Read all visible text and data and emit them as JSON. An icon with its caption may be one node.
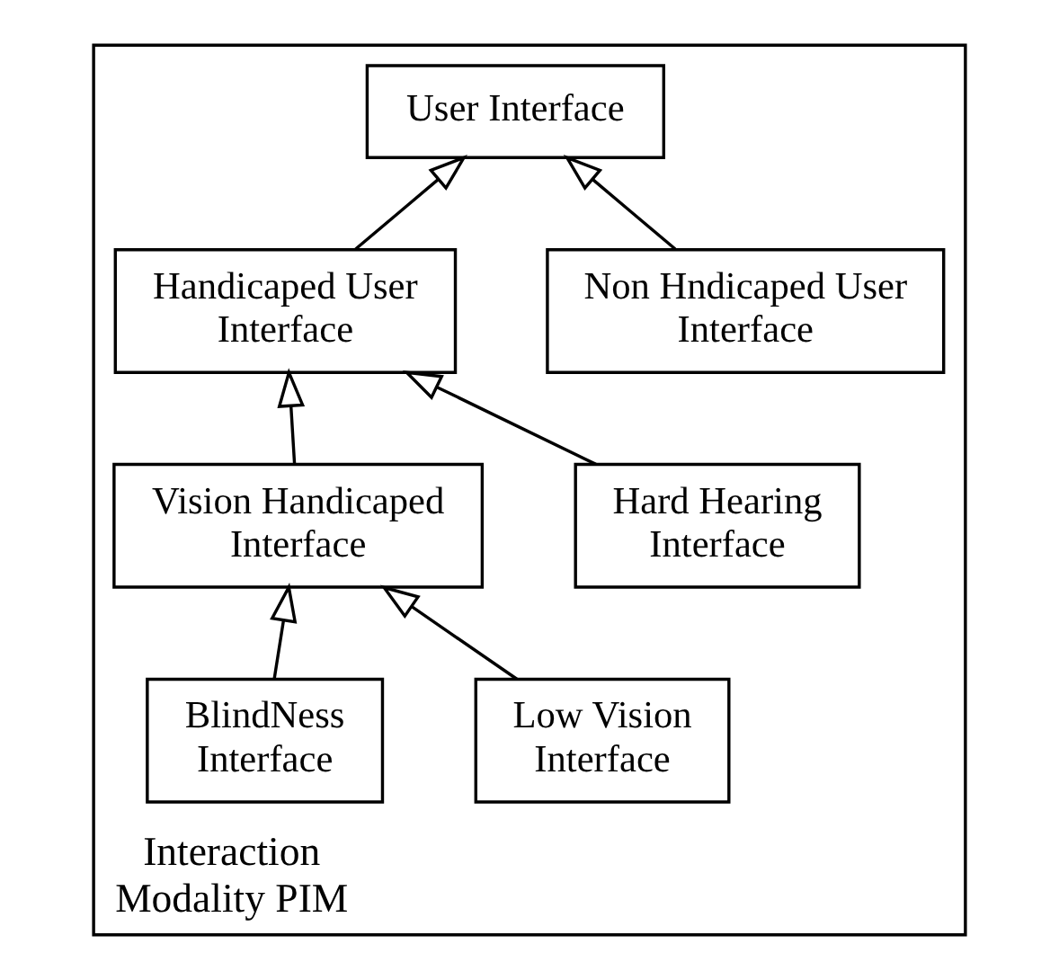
{
  "diagram": {
    "nodes": [
      {
        "text": [
          "Interaction Modality PIM"
        ]
      },
      {
        "text": [
          "User Interface"
        ],
        "in": 0
      },
      {
        "text": [
          "Non Hndicaped User Interface"
        ],
        "in": 0
      },
      {
        "text": [
          "Handicaped User Interface"
        ],
        "in": 0
      },
      {
        "text": [
          "Vision Handicaped Interface"
        ],
        "in": 0
      },
      {
        "text": [
          "Hard Hearing Interface"
        ],
        "in": 0
      },
      {
        "text": [
          "Low Vision Interface"
        ],
        "in": 0
      },
      {
        "text": [
          "BlindNess Interface"
        ],
        "in": 0
      }
    ],
    "edges": [
      {
        "from": 2,
        "to": 1,
        "arrow": "to"
      },
      {
        "from": 3,
        "to": 1,
        "arrow": "to"
      },
      {
        "from": 4,
        "to": 3,
        "arrow": "to"
      },
      {
        "from": 5,
        "to": 3,
        "arrow": "to"
      },
      {
        "from": 6,
        "to": 4,
        "arrow": "to"
      },
      {
        "from": 7,
        "to": 4,
        "arrow": "to"
      }
    ]
  }
}
